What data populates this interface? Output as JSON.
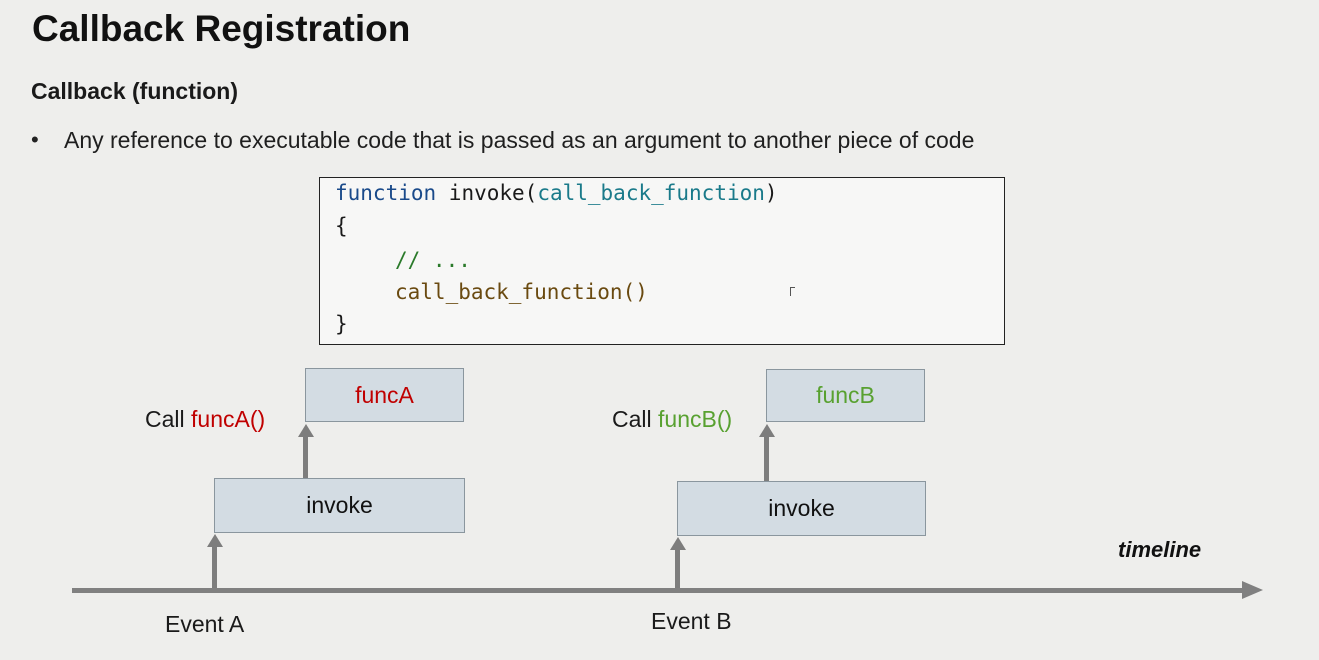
{
  "slide": {
    "title": "Callback Registration",
    "subtitle": "Callback (function)",
    "bullet_marker": "•",
    "bullet": "Any reference to executable code that is passed as an argument to another piece of code"
  },
  "code": {
    "line1_kw": "function",
    "line1_name": " invoke(",
    "line1_param": "call_back_function",
    "line1_close": ")",
    "line2": "{",
    "line3": "// ...",
    "line4": "call_back_function()",
    "line5": "}"
  },
  "diagram": {
    "invoke_a": "invoke",
    "invoke_b": "invoke",
    "func_a": "funcA",
    "func_b": "funcB",
    "call_prefix_a": "Call ",
    "call_func_a": "funcA()",
    "call_prefix_b": "Call ",
    "call_func_b": "funcB()",
    "event_a": "Event A",
    "event_b": "Event B",
    "timeline_label": "timeline"
  },
  "colors": {
    "func_a": "#c00000",
    "func_b": "#58a130",
    "box_fill": "#d3dce3",
    "arrow": "#7d7d7d"
  }
}
